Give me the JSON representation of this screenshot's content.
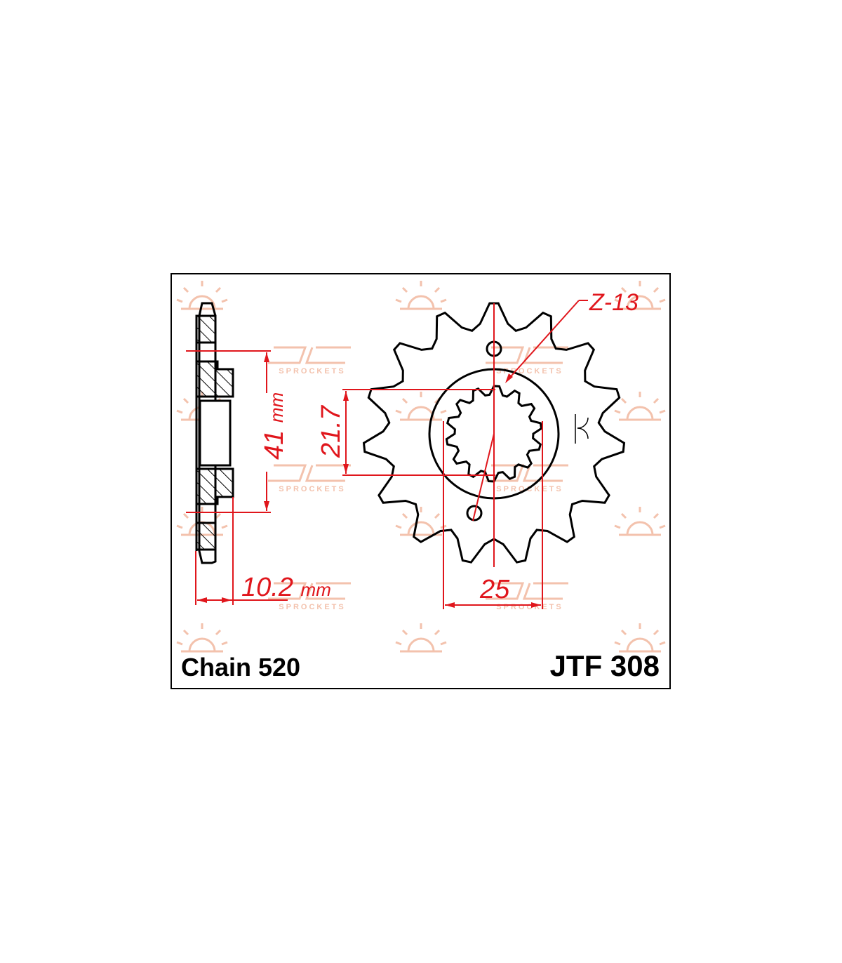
{
  "drawing": {
    "part_number": "JTF 308",
    "chain_label": "Chain 520",
    "teeth_label": "Z-13",
    "teeth_count": 15,
    "dimensions": {
      "pitch_circle": "41",
      "pitch_unit": "mm",
      "spline_diameter": "21.7",
      "bolt_spacing": "25",
      "width": "10.2",
      "width_unit": "mm"
    },
    "watermark": {
      "logo_text": "SPROCKETS"
    },
    "colors": {
      "dimension": "#e0161c",
      "outline": "#000000",
      "watermark": "#f3c2ad"
    }
  }
}
